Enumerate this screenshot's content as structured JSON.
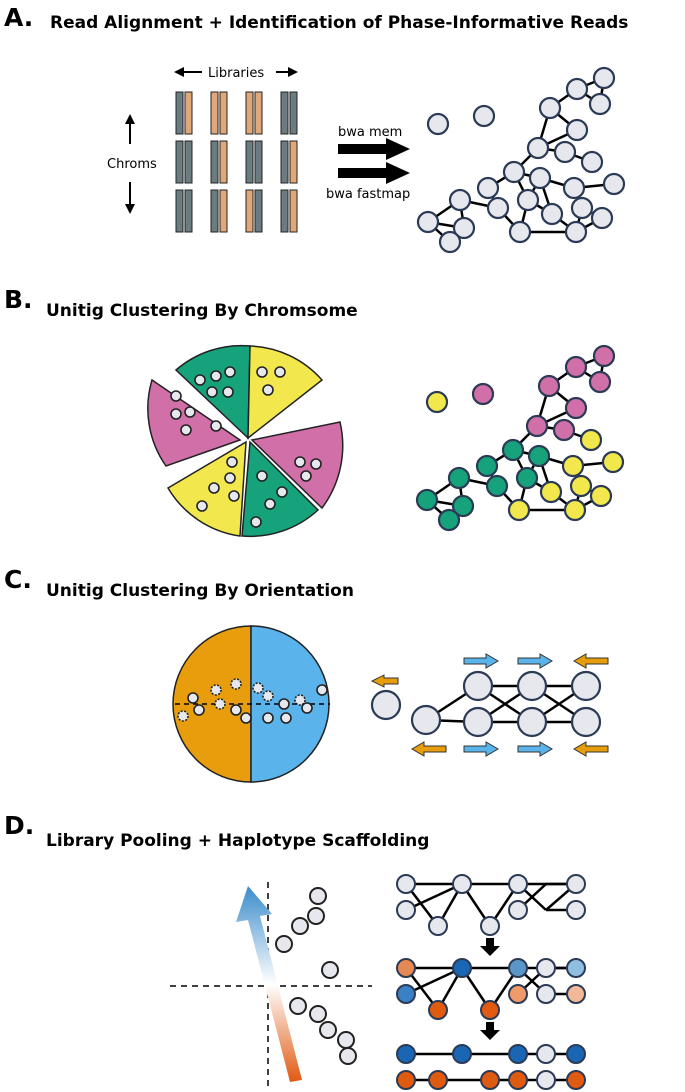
{
  "panels": {
    "a": {
      "letter": "A.",
      "title": "Read Alignment + Identification of Phase-Informative Reads"
    },
    "b": {
      "letter": "B.",
      "title": "Unitig Clustering By Chromsome"
    },
    "c": {
      "letter": "C.",
      "title": "Unitig Clustering By Orientation"
    },
    "d": {
      "letter": "D.",
      "title": "Library Pooling + Haplotype Scaffolding"
    }
  },
  "labels": {
    "libraries": "Libraries",
    "chroms": "Chroms",
    "bwa_mem": "bwa mem",
    "bwa_fastmap": "bwa fastmap"
  },
  "colors": {
    "node_fill": "#e6e8ee",
    "node_stroke": "#2b3a55",
    "bar_gray": "#6b7c80",
    "bar_orange": "#e0a878",
    "green": "#16a37b",
    "yellow": "#f2e84e",
    "pink": "#d06fa8",
    "orange": "#e89e0c",
    "blue": "#5ab3ea",
    "hap_blue": "#1866b4",
    "hap_orange": "#e05a12",
    "light_blue": "#8fbfe0",
    "light_orange": "#f2b899"
  }
}
